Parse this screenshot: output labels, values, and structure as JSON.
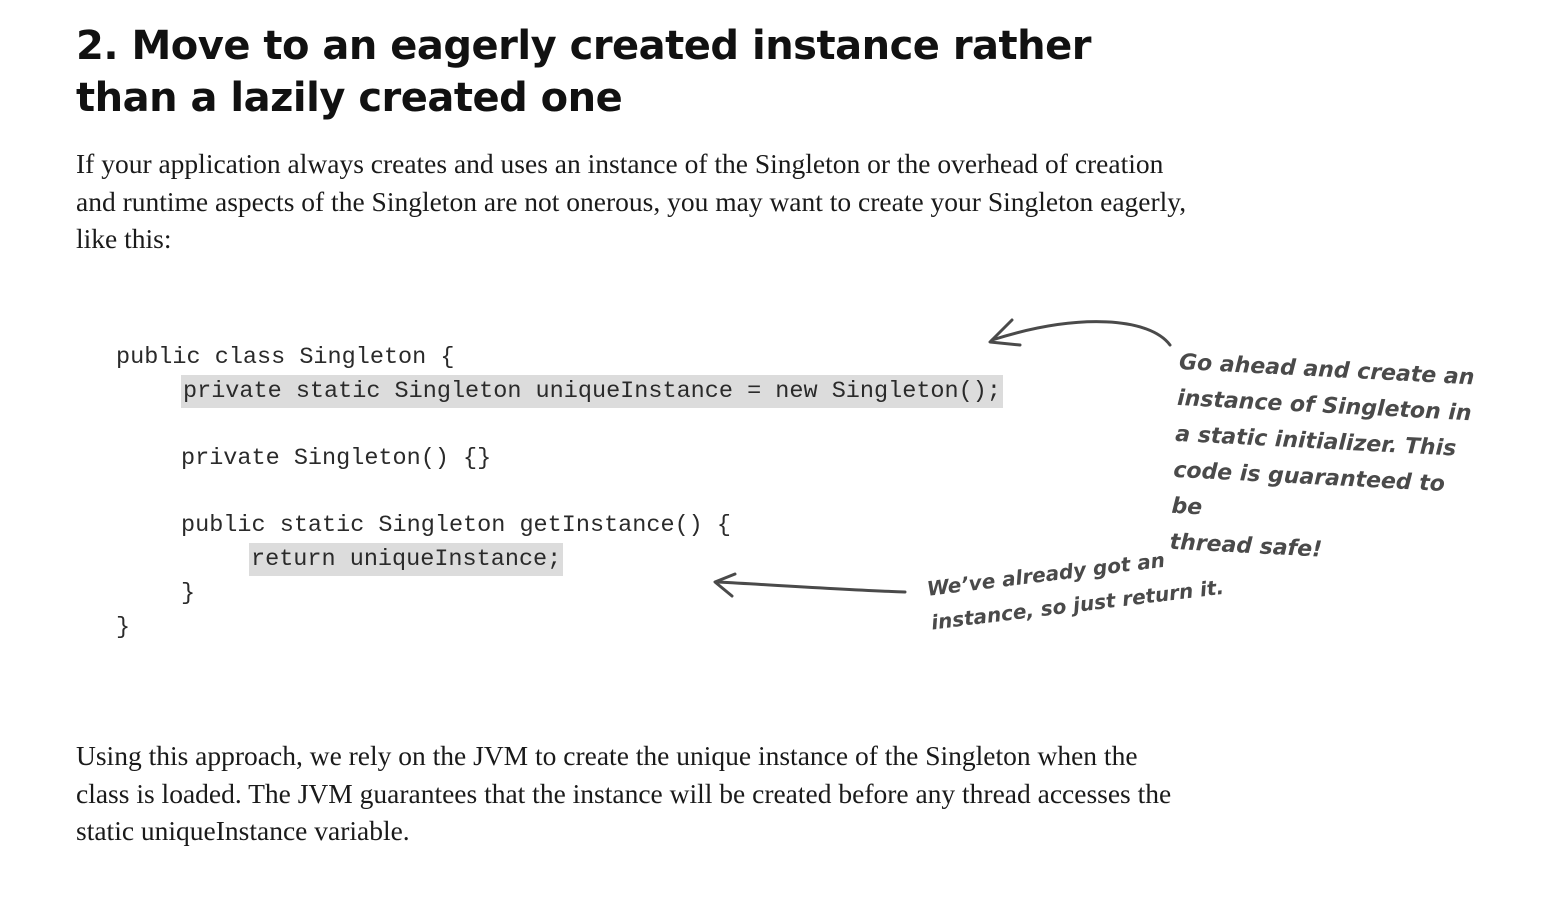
{
  "heading": "2. Move to an eagerly created instance rather than a lazily created one",
  "intro": "If your application always creates and uses an instance of the Singleton or the overhead of creation and runtime aspects of the Singleton are not onerous, you may want to create your Singleton eagerly, like this:",
  "code": {
    "line1": "public class Singleton {",
    "line2": "private static Singleton uniqueInstance = new Singleton();",
    "line3": "private Singleton() {}",
    "line4": "public static Singleton getInstance() {",
    "line5": "return uniqueInstance;",
    "line6": "}",
    "line7": "}"
  },
  "annotations": {
    "static_init": "Go ahead and create an\ninstance of Singleton in\na static initializer.  This\ncode is guaranteed to be\nthread safe!",
    "return_note": "We’ve already got an\ninstance, so just return it."
  },
  "outro": "Using this approach, we rely on the JVM to create the unique instance of the Singleton when the class is loaded.  The JVM guarantees that the instance will be created before any thread accesses the static uniqueInstance variable.",
  "colors": {
    "code_highlight": "#dcdcdc",
    "annotation_ink": "#4a4a4a"
  }
}
